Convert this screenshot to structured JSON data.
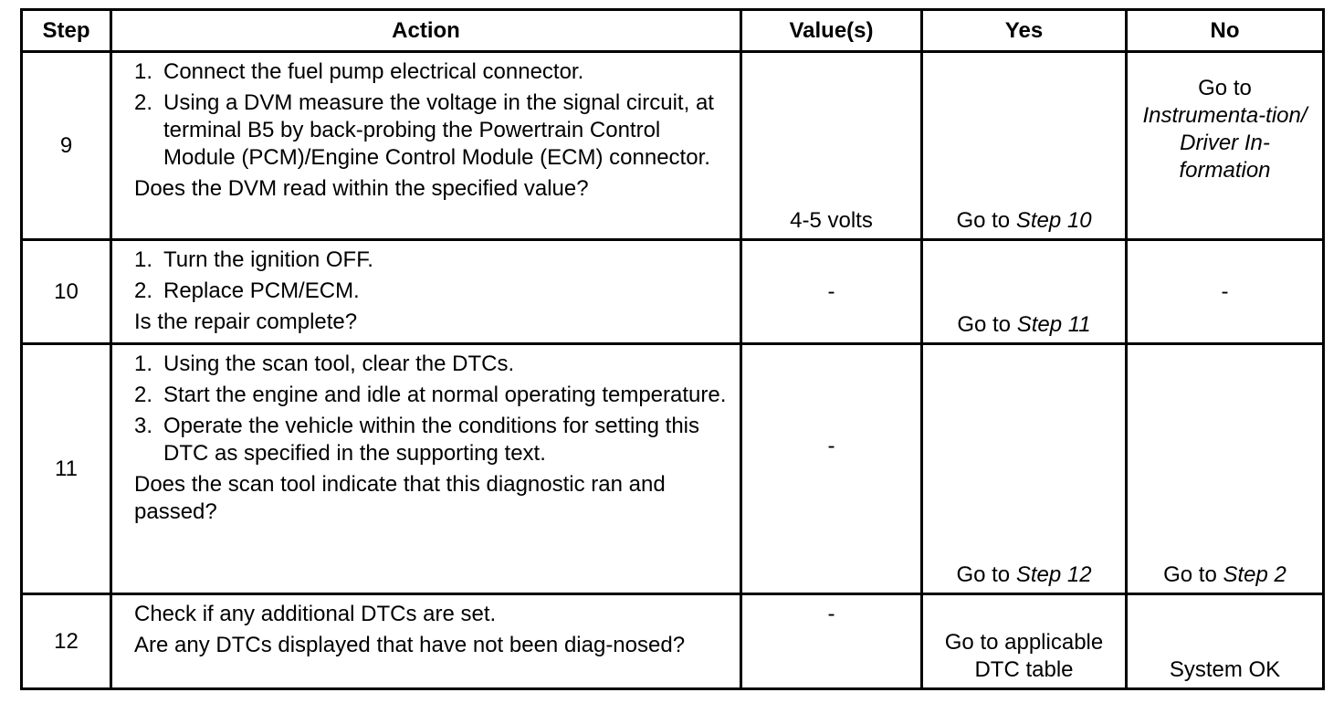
{
  "headers": {
    "step": "Step",
    "action": "Action",
    "values": "Value(s)",
    "yes": "Yes",
    "no": "No"
  },
  "rows": [
    {
      "step": "9",
      "items": [
        {
          "num": "1.",
          "text": "Connect the fuel pump electrical connector."
        },
        {
          "num": "2.",
          "text": "Using a DVM measure the voltage in the signal circuit, at terminal B5 by back-probing the Powertrain Control Module (PCM)/Engine Control Module (ECM) connector."
        }
      ],
      "question": "Does the DVM read within the specified value?",
      "value": "4-5 volts",
      "yes_prefix": "Go to ",
      "yes_ref": "Step 10",
      "no_prefix": "Go to",
      "no_ref": "Instrumenta-tion/ Driver In-formation"
    },
    {
      "step": "10",
      "items": [
        {
          "num": "1.",
          "text": "Turn the ignition OFF."
        },
        {
          "num": "2.",
          "text": "Replace PCM/ECM."
        }
      ],
      "question": "Is the repair complete?",
      "value": "-",
      "yes_prefix": "Go to ",
      "yes_ref": "Step 11",
      "no": "-"
    },
    {
      "step": "11",
      "items": [
        {
          "num": "1.",
          "text": "Using the scan tool, clear the DTCs."
        },
        {
          "num": "2.",
          "text": "Start the engine and idle at normal operating temperature."
        },
        {
          "num": "3.",
          "text": "Operate the vehicle within the conditions for setting this DTC as specified in the supporting text."
        }
      ],
      "question": "Does the scan tool indicate that this diagnostic ran and passed?",
      "value": "-",
      "yes_prefix": "Go to ",
      "yes_ref": "Step 12",
      "no_prefix": "Go to ",
      "no_ref": "Step 2"
    },
    {
      "step": "12",
      "para": "Check if any additional DTCs are set.",
      "question": "Are any DTCs displayed that have not been diag-nosed?",
      "value": "-",
      "yes": "Go to applicable DTC table",
      "no": "System OK"
    }
  ]
}
